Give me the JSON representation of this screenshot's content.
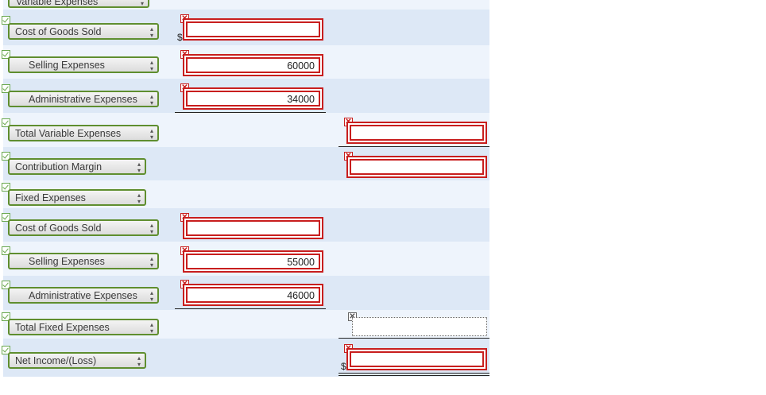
{
  "top_select": {
    "label": "Variable Expenses"
  },
  "rows": [
    {
      "label": "Cost of Goods Sold",
      "indent": false,
      "mid_value": "",
      "mid_dollar": "$"
    },
    {
      "label": "Selling Expenses",
      "indent": true,
      "mid_value": "60000"
    },
    {
      "label": "Administrative Expenses",
      "indent": true,
      "mid_value": "34000"
    },
    {
      "label": "Total Variable Expenses",
      "indent": false,
      "right_value": ""
    },
    {
      "label": "Contribution Margin",
      "indent": false,
      "right_value": ""
    },
    {
      "label": "Fixed Expenses",
      "indent": false
    },
    {
      "label": "Cost of Goods Sold",
      "indent": false,
      "mid_value": ""
    },
    {
      "label": "Selling Expenses",
      "indent": true,
      "mid_value": "55000"
    },
    {
      "label": "Administrative Expenses",
      "indent": true,
      "mid_value": "46000"
    },
    {
      "label": "Total Fixed Expenses",
      "indent": false,
      "right_value": ""
    },
    {
      "label": "Net Income/(Loss)",
      "indent": false,
      "right_value": "",
      "right_dollar": "$"
    }
  ],
  "marks": {
    "wrong": "✕",
    "unanswered": "✕"
  },
  "colors": {
    "wrong": "#c81e1e",
    "select_border": "#5f8e2f",
    "row_dark": "#dde8f6",
    "row_light": "#eef4fc"
  }
}
